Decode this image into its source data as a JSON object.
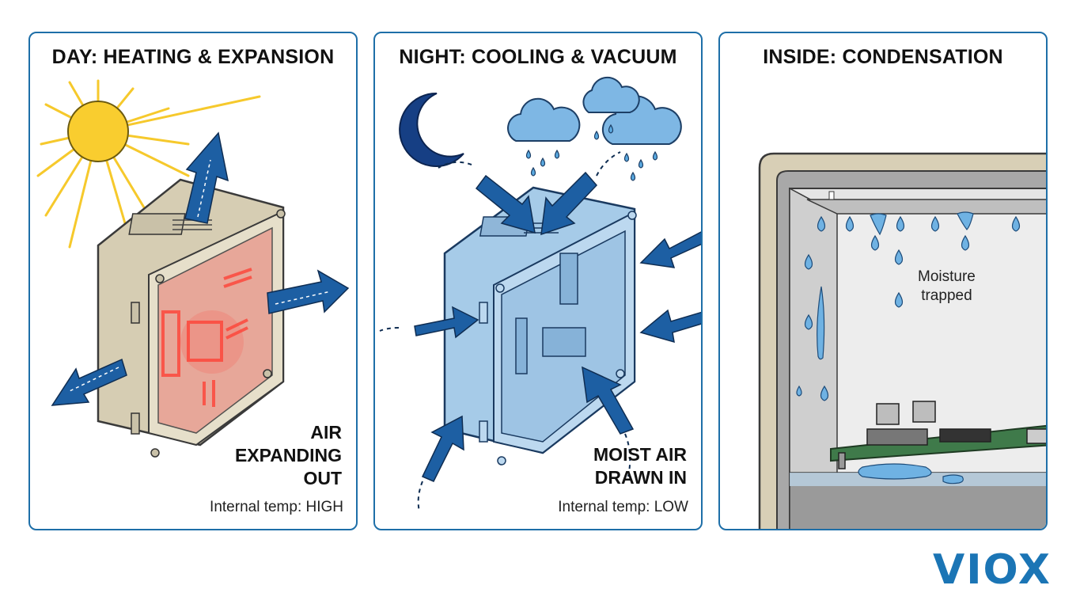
{
  "panels": [
    {
      "title": "DAY: HEATING & EXPANSION",
      "callout_lines": [
        "AIR",
        "EXPANDING",
        "OUT"
      ],
      "temp_label": "Internal temp: HIGH"
    },
    {
      "title": "NIGHT: COOLING & VACUUM",
      "callout_lines": [
        "MOIST AIR",
        "DRAWN IN"
      ],
      "temp_label": "Internal temp: LOW"
    },
    {
      "title": "INSIDE: CONDENSATION",
      "annotation_lines": [
        "Moisture",
        "trapped"
      ]
    }
  ],
  "logo": "VIOX",
  "colors": {
    "border": "#1e6fa8",
    "arrow": "#1d5fa3",
    "sun": "#f6c92c",
    "heat": "#e8403a",
    "water": "#5aa9e0",
    "enclosure_day": "#d8d0b8",
    "enclosure_night": "#a9cde8"
  },
  "icons": [
    "sun-icon",
    "moon-icon",
    "rain-cloud-icon",
    "water-drop-icon"
  ]
}
